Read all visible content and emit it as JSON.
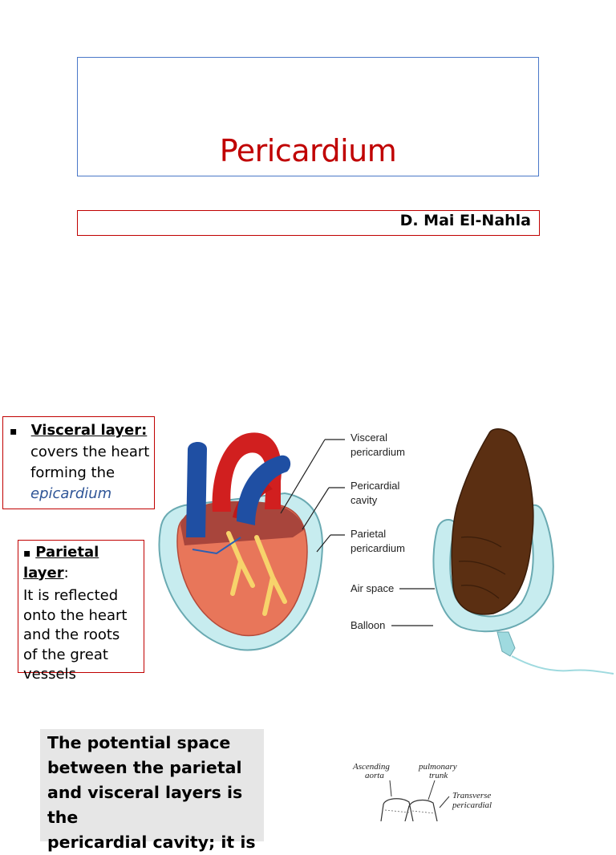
{
  "title": "Pericardium",
  "author": "D. Mai El-Nahla",
  "visceral": {
    "bullet": "▪",
    "heading": "Visceral layer:",
    "line1": "covers the heart",
    "line2": "forming the",
    "line3": "epicardium"
  },
  "parietal": {
    "bullet": "▪",
    "heading": "Parietal layer",
    "colon": ":",
    "lines": [
      "It is reflected",
      "onto the heart",
      "and the roots",
      "of the great",
      "vessels"
    ]
  },
  "figure_labels": {
    "visceral_pericardium_1": "Visceral",
    "visceral_pericardium_2": "pericardium",
    "pericardial_cavity_1": "Pericardial",
    "pericardial_cavity_2": "cavity",
    "parietal_pericardium_1": "Parietal",
    "parietal_pericardium_2": "pericardium",
    "air_space": "Air space",
    "balloon": "Balloon"
  },
  "potential_space": {
    "lines": [
      "The potential space",
      "between the parietal",
      "and visceral layers is the",
      "pericardial cavity; it is"
    ]
  },
  "sketch_labels": {
    "ascending_1": "Ascending",
    "ascending_2": "aorta",
    "pulmonary_1": "pulmonary",
    "pulmonary_2": "trunk",
    "transverse_1": "Transverse",
    "transverse_2": "pericardial"
  },
  "colors": {
    "title": "#c00000",
    "box_border_red": "#c00000",
    "box_border_blue": "#4a78c8",
    "epicardium": "#2f5597",
    "pericardium_fill": "#c7ecef",
    "heart_red": "#d11f1f",
    "vein_blue": "#1f4fa3"
  }
}
